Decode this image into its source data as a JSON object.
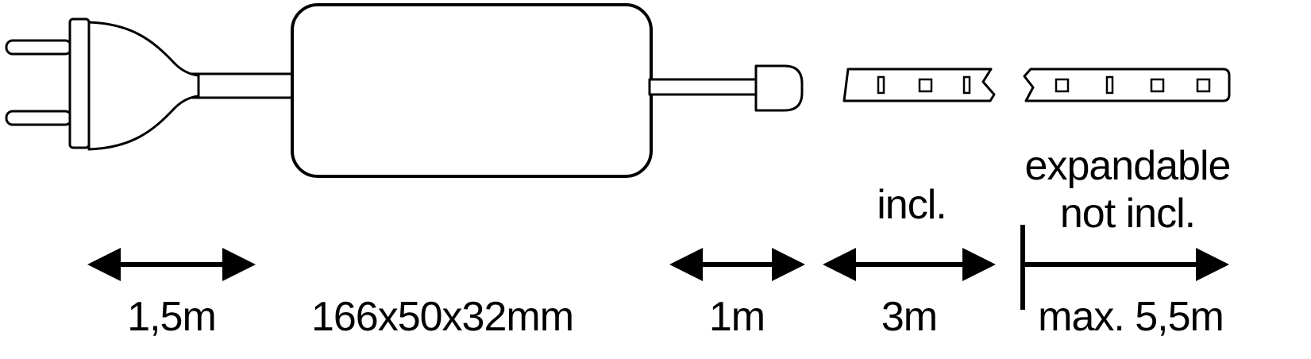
{
  "measurements": {
    "plug_cable_length": "1,5m",
    "power_supply_size": "166x50x32mm",
    "output_cable_length": "1m",
    "included_strip_length": "3m",
    "max_strip_length": "max. 5,5m"
  },
  "annotations": {
    "included": "incl.",
    "expandable_line1": "expandable",
    "expandable_line2": "not incl."
  },
  "colors": {
    "line": "#000000",
    "background": "#ffffff"
  }
}
